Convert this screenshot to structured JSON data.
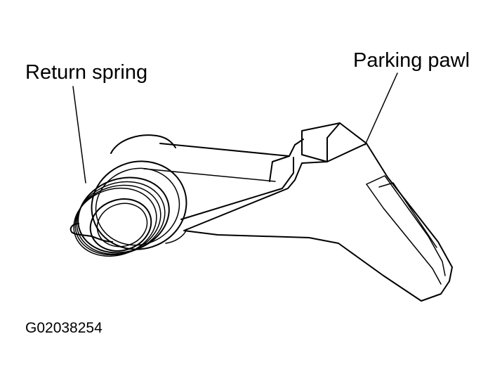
{
  "labels": {
    "return_spring": "Return spring",
    "parking_pawl": "Parking pawl"
  },
  "figure_id": "G02038254",
  "colors": {
    "line": "#000000",
    "background": "#ffffff"
  }
}
